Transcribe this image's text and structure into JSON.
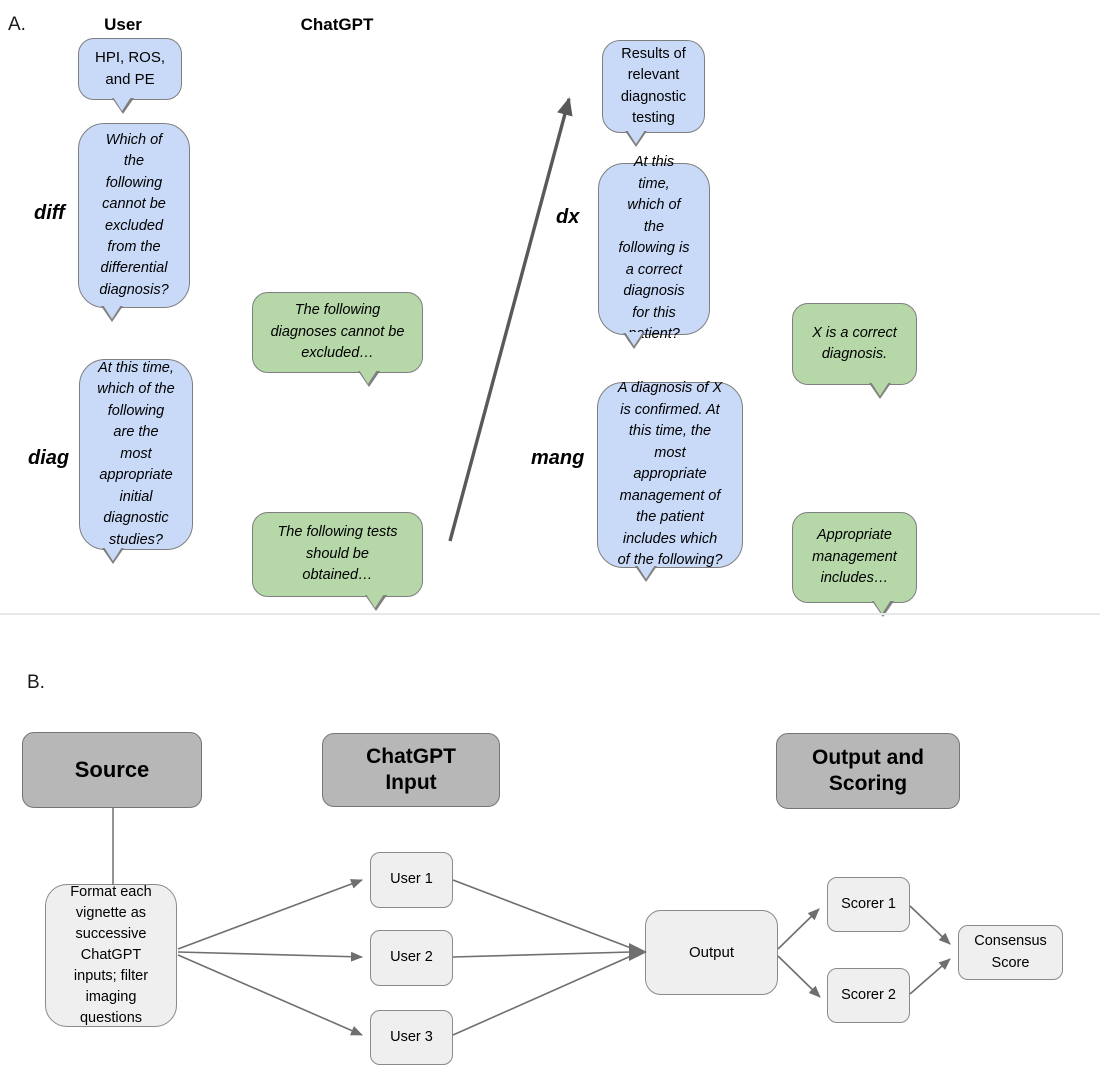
{
  "panel_a": {
    "label": "A.",
    "user_header": "User",
    "chatgpt_header": "ChatGPT",
    "bubbles": {
      "hpi": "HPI, ROS, and PE",
      "diff_q": "Which of the following cannot be excluded from the differential diagnosis?",
      "diff_a": "The following diagnoses cannot be excluded…",
      "diag_q": "At this time, which of the following are the most appropriate initial diagnostic studies?",
      "diag_a": "The following tests should be obtained…",
      "results": "Results of relevant diagnostic testing",
      "dx_q": "At this time, which of the following is a correct diagnosis for this patient?",
      "dx_a": "X is a correct diagnosis.",
      "mang_q": "A diagnosis of X is confirmed. At this time, the most appropriate management of the patient includes which of the following?",
      "mang_a": "Appropriate management includes…"
    },
    "labels": {
      "diff": "diff",
      "diag": "diag",
      "dx": "dx",
      "mang": "mang"
    }
  },
  "panel_b": {
    "label": "B.",
    "headers": {
      "source": "Source",
      "chatgpt_input": "ChatGPT Input",
      "output_scoring": "Output and Scoring"
    },
    "nodes": {
      "format": "Format each vignette as successive ChatGPT inputs; filter imaging questions",
      "user1": "User 1",
      "user2": "User 2",
      "user3": "User 3",
      "output": "Output",
      "scorer1": "Scorer 1",
      "scorer2": "Scorer 2",
      "consensus": "Consensus Score"
    }
  },
  "colors": {
    "user_bubble": "#c9daf8",
    "chatgpt_bubble": "#b6d7a8",
    "header_fill": "#b7b7b7",
    "node_fill": "#efefef",
    "border_gray": "#7f7f7f",
    "arrow_gray": "#595959",
    "line_gray": "#6f6f6f"
  }
}
